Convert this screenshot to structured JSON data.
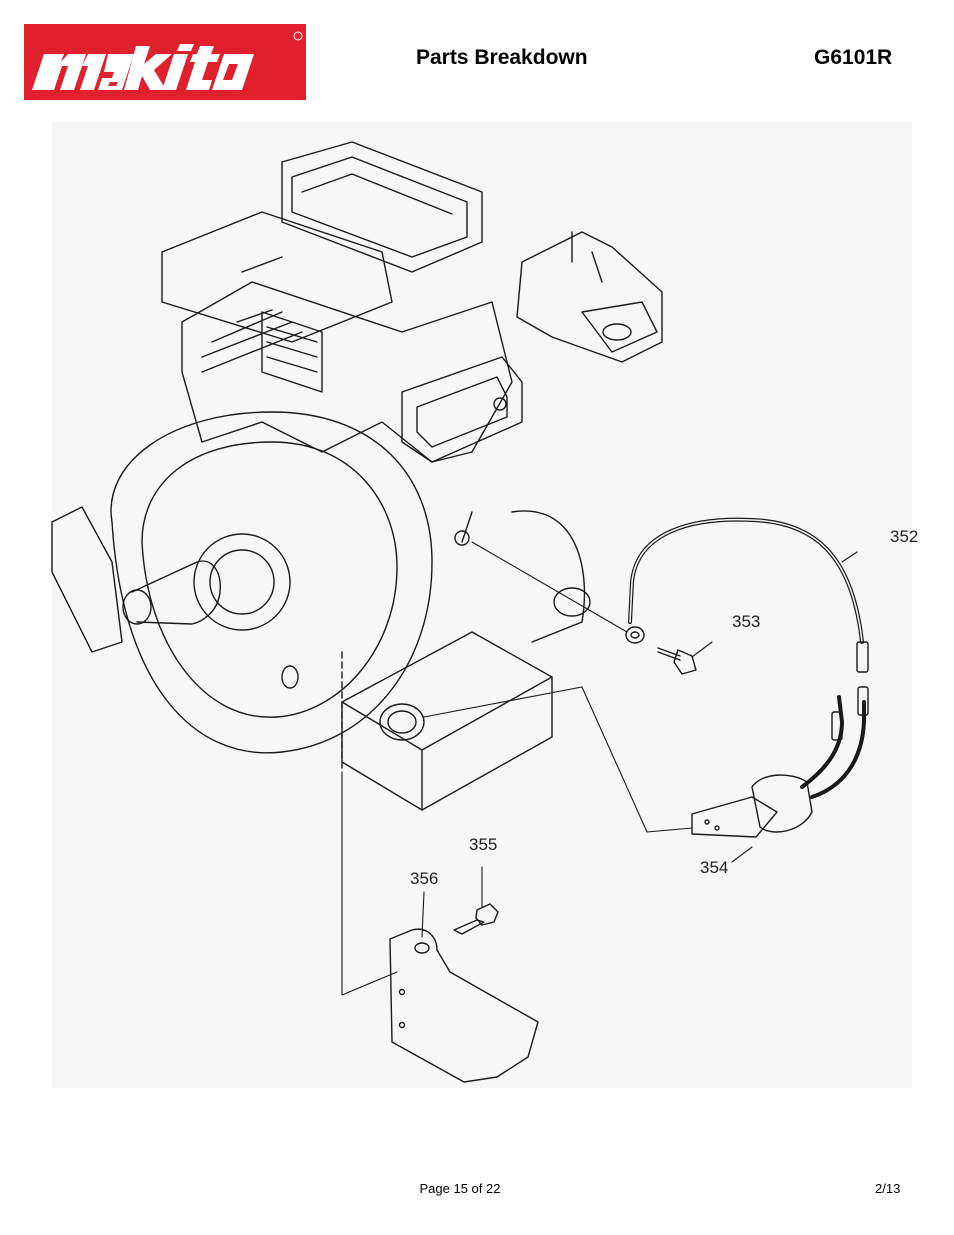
{
  "header": {
    "brand_logo_text": "makita",
    "title": "Parts Breakdown",
    "model": "G6101R"
  },
  "diagram": {
    "callouts": [
      {
        "id": "352",
        "label": "352"
      },
      {
        "id": "353",
        "label": "353"
      },
      {
        "id": "354",
        "label": "354"
      },
      {
        "id": "355",
        "label": "355"
      },
      {
        "id": "356",
        "label": "356"
      }
    ]
  },
  "footer": {
    "page": "Page 15 of 22",
    "date": "2/13"
  },
  "colors": {
    "brand_red": "#e1202e",
    "line": "#1a1a1a",
    "diagram_bg": "#f7f7f7"
  }
}
